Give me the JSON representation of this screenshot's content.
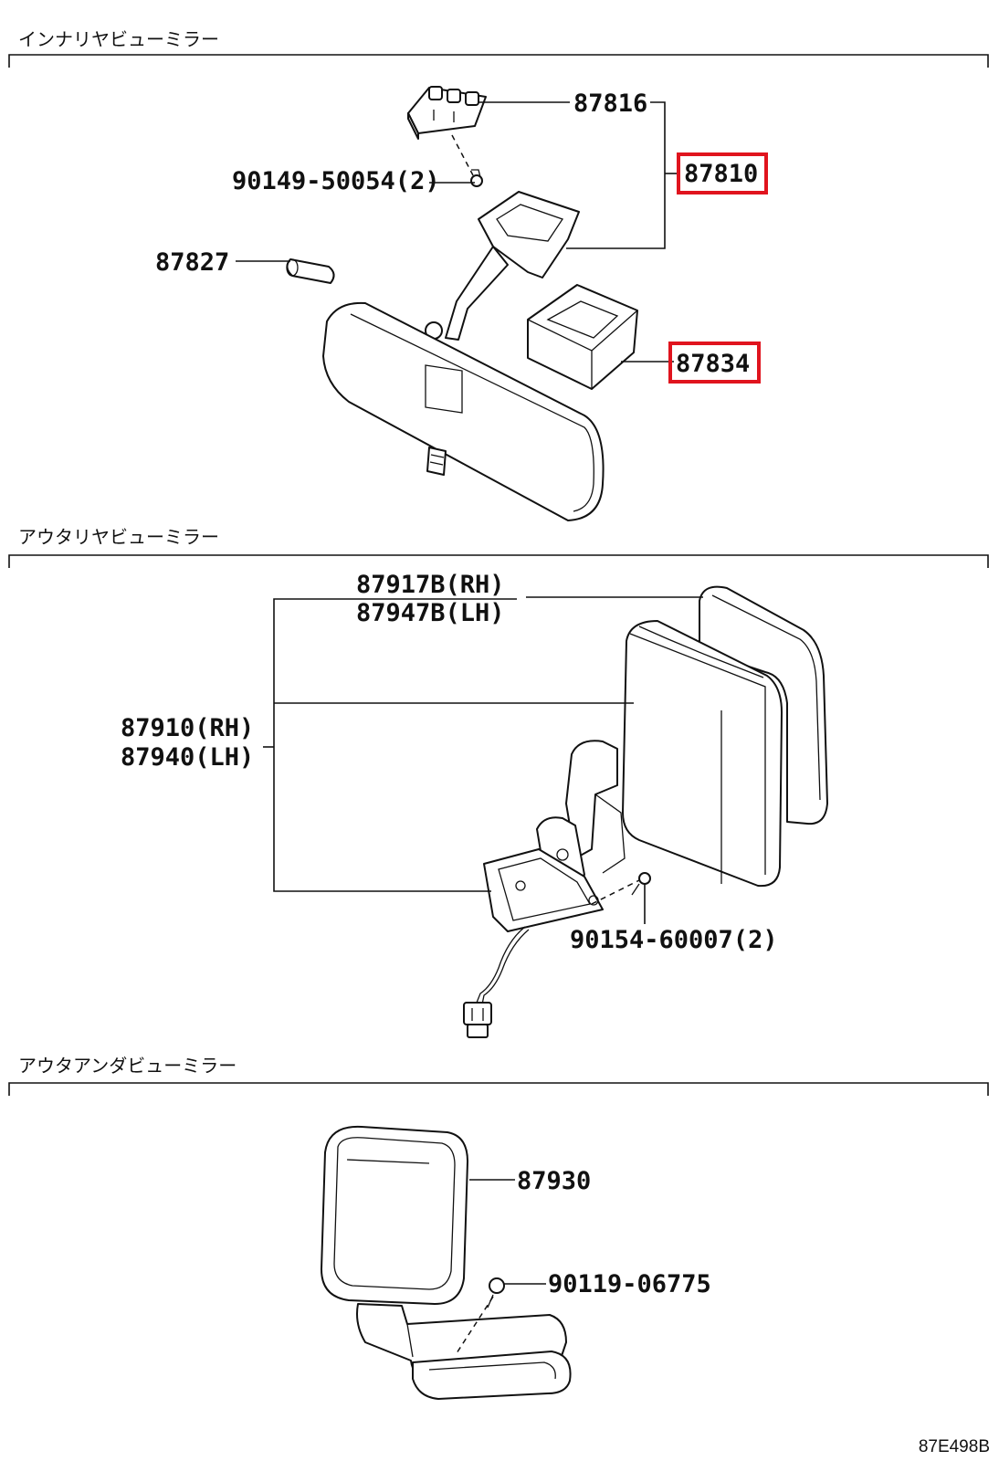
{
  "sections": [
    {
      "title": "インナリヤビューミラー",
      "parts": {
        "bracket": "87816",
        "screw": "90149-50054(2)",
        "assembly": "87810",
        "pin": "87827",
        "cover": "87834"
      },
      "highlighted": [
        "87810",
        "87834"
      ]
    },
    {
      "title": "アウタリヤビューミラー",
      "parts": {
        "mirror_rh": "87917B(RH)",
        "mirror_lh": "87947B(LH)",
        "assembly_rh": "87910(RH)",
        "assembly_lh": "87940(LH)",
        "screw": "90154-60007(2)"
      }
    },
    {
      "title": "アウタアンダビューミラー",
      "parts": {
        "mirror": "87930",
        "screw": "90119-06775"
      }
    }
  ],
  "figure_ref": "87E498B",
  "colors": {
    "line": "#111111",
    "highlight": "#e0141e",
    "background": "#ffffff"
  }
}
